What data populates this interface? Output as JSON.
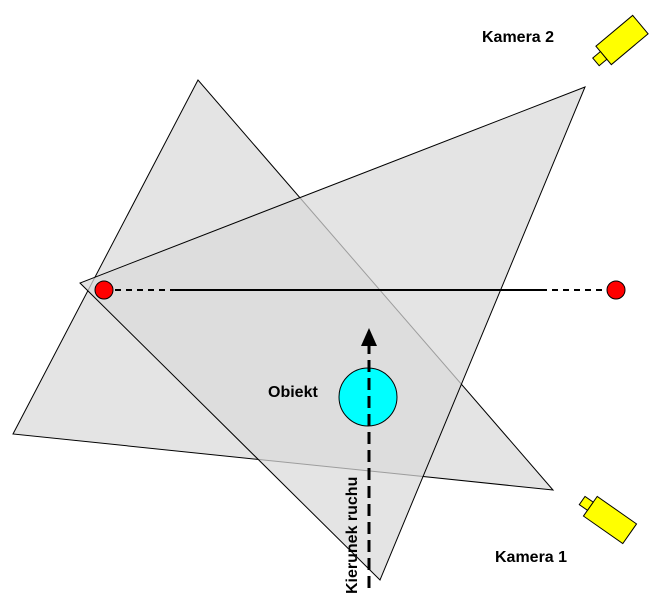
{
  "labels": {
    "camera_2": "Kamera 2",
    "camera_1": "Kamera 1",
    "object": "Obiekt",
    "direction": "Kierunek ruchu"
  },
  "colors": {
    "field_of_view": "#d9d9d9",
    "outline": "#000000",
    "camera": "#ffff00",
    "endpoint": "#ff0000",
    "object": "#00ffff"
  }
}
